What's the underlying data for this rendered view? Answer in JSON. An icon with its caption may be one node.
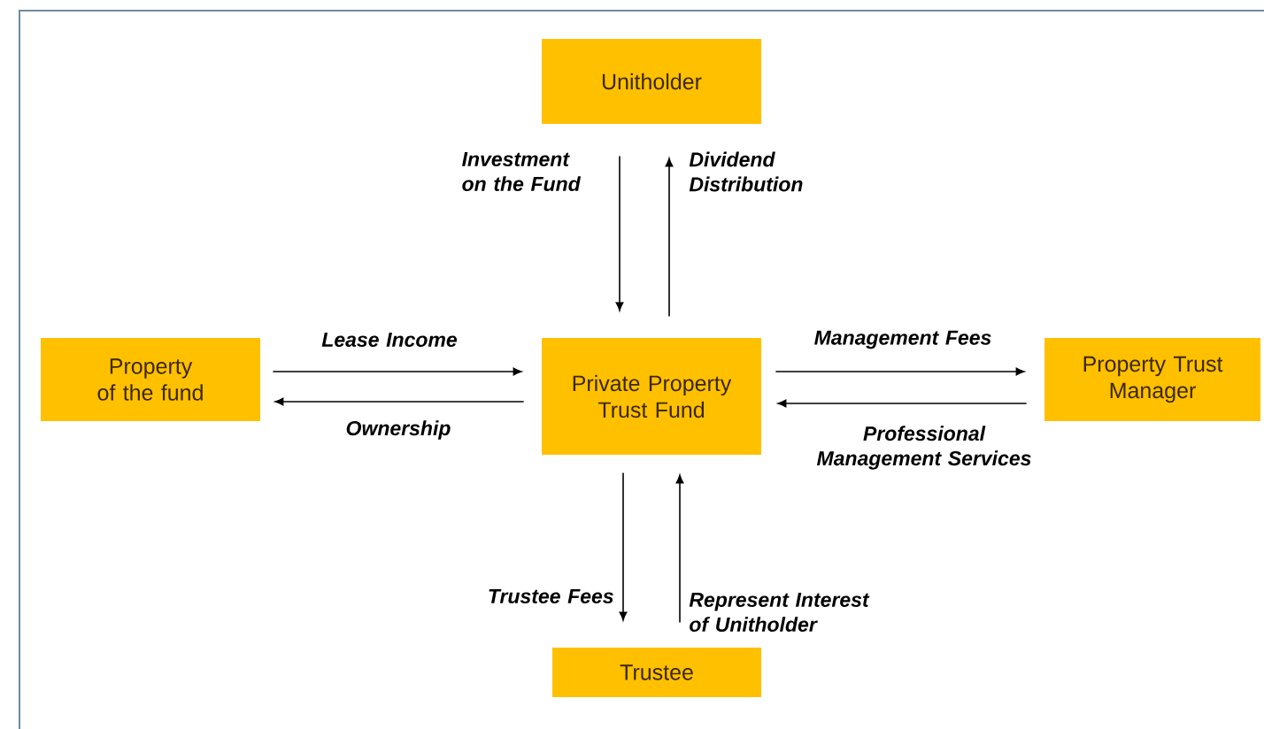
{
  "diagram": {
    "nodes": [
      {
        "text": [
          "Unitholder"
        ]
      },
      {
        "text": [
          "Property of the fund"
        ]
      },
      {
        "text": [
          "Private Property Trust Fund"
        ]
      },
      {
        "text": [
          "Property Trust Manager"
        ]
      },
      {
        "text": [
          "Trustee"
        ]
      }
    ],
    "edges": [
      {
        "from": 0,
        "to": 2,
        "arrow": "to",
        "label": "Investment on the Fund"
      },
      {
        "from": 2,
        "to": 0,
        "arrow": "to",
        "label": "Dividend Distribution"
      },
      {
        "from": 1,
        "to": 2,
        "arrow": "to",
        "label": "Lease Income"
      },
      {
        "from": 2,
        "to": 1,
        "arrow": "to",
        "label": "Ownership"
      },
      {
        "from": 2,
        "to": 3,
        "arrow": "to",
        "label": "Management Fees"
      },
      {
        "from": 3,
        "to": 2,
        "arrow": "to",
        "label": "Professional Management Services"
      },
      {
        "from": 2,
        "to": 4,
        "arrow": "to",
        "label": "Trustee Fees"
      },
      {
        "from": 4,
        "to": 2,
        "arrow": "to",
        "label": "Represent Interest of Unitholder"
      }
    ]
  }
}
